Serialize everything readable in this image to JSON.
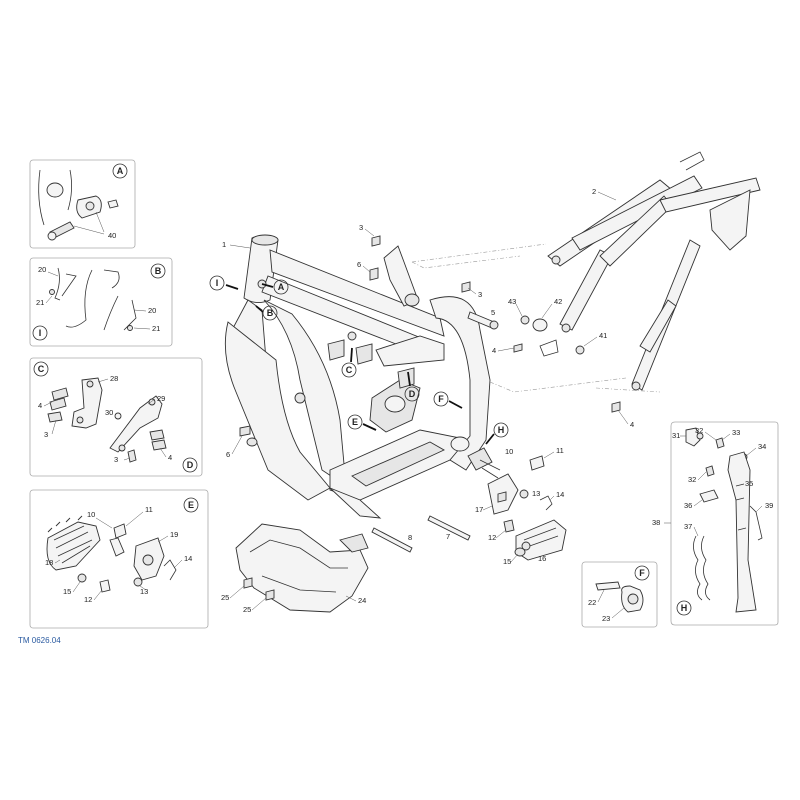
{
  "callouts": [
    {
      "id": "c1",
      "text": "1"
    },
    {
      "id": "c2",
      "text": "2"
    },
    {
      "id": "c3",
      "text": "3"
    },
    {
      "id": "c3b",
      "text": "3"
    },
    {
      "id": "c4",
      "text": "4"
    },
    {
      "id": "c4b",
      "text": "4"
    },
    {
      "id": "c5",
      "text": "5"
    },
    {
      "id": "c6",
      "text": "6"
    },
    {
      "id": "c6b",
      "text": "6"
    },
    {
      "id": "c7",
      "text": "7"
    },
    {
      "id": "c8",
      "text": "8"
    },
    {
      "id": "c10",
      "text": "10"
    },
    {
      "id": "c11",
      "text": "11"
    },
    {
      "id": "c12",
      "text": "12"
    },
    {
      "id": "c13",
      "text": "13"
    },
    {
      "id": "c14",
      "text": "14"
    },
    {
      "id": "c15",
      "text": "15"
    },
    {
      "id": "c16",
      "text": "16"
    },
    {
      "id": "c17",
      "text": "17"
    },
    {
      "id": "c24",
      "text": "24"
    },
    {
      "id": "c25",
      "text": "25"
    },
    {
      "id": "c25b",
      "text": "25"
    },
    {
      "id": "c41",
      "text": "41"
    },
    {
      "id": "c42",
      "text": "42"
    },
    {
      "id": "c43",
      "text": "43"
    },
    {
      "id": "c4c",
      "text": "4"
    }
  ],
  "insets": {
    "A": {
      "letter": "A",
      "parts": [
        "40"
      ]
    },
    "B": {
      "letter": "B",
      "letter2": "I",
      "parts": [
        "20",
        "21",
        "20",
        "21"
      ]
    },
    "C": {
      "letter": "C",
      "letter2": "D",
      "parts": [
        "28",
        "4",
        "3",
        "30",
        "29",
        "3",
        "4"
      ]
    },
    "E": {
      "letter": "E",
      "parts": [
        "10",
        "11",
        "19",
        "18",
        "14",
        "15",
        "12",
        "13"
      ]
    },
    "F": {
      "letter": "F",
      "parts": [
        "22",
        "23"
      ]
    },
    "H": {
      "letter": "H",
      "parts": [
        "31",
        "32",
        "33",
        "34",
        "32",
        "35",
        "36",
        "39",
        "37",
        "38"
      ]
    }
  },
  "frame_letters": [
    "I",
    "A",
    "B",
    "C",
    "D",
    "E",
    "F",
    "H"
  ],
  "drawing_code": "TM 0626.04"
}
